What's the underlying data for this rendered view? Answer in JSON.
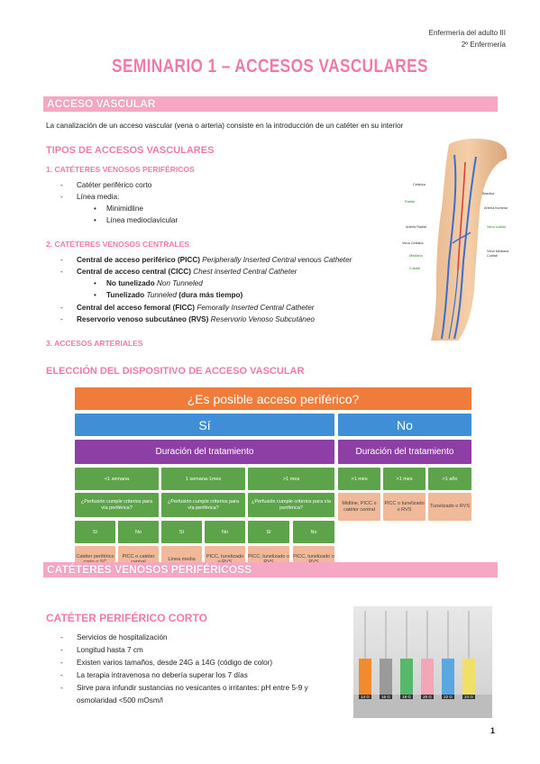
{
  "header": {
    "line1": "Enfermería del adulto III",
    "line2": "2º Enfermería"
  },
  "title": "SEMINARIO 1 – ACCESOS VASCULARES",
  "section1": {
    "band": "ACCESO VASCULAR",
    "intro": "La canalización de un acceso vascular (vena o arteria) consiste en la introducción de un catéter en su interior",
    "subheading": "TIPOS DE ACCESOS VASCULARES",
    "list1_title": "1.   CATÉTERES VENOSOS PERIFÉRICOS",
    "list1": [
      "Catéter periférico corto",
      "Línea media:"
    ],
    "list1_sub": [
      "Minimidline",
      "Línea medioclavicular"
    ],
    "list2_title": "2.   CATÉTERES VENOSOS CENTRALES",
    "list2": [
      {
        "bold": "Central de acceso periférico (PICC)",
        "italic": "Peripherally Inserted Central venous Catheter"
      },
      {
        "bold": "Central de acceso central (CICC)",
        "italic": "Chest inserted Central Catheter"
      }
    ],
    "list2_sub": [
      {
        "bold": "No tunelizado",
        "italic": "Non Tunneled",
        "plain": ""
      },
      {
        "bold": "Tunelizado",
        "italic": "Tunneled",
        "plain": "(dura más tiempo)"
      }
    ],
    "list2b": [
      {
        "bold": "Central del acceso femoral (FICC)",
        "italic": "Femorally Inserted Central Catheter"
      },
      {
        "bold": "Reservorio venoso subcutáneo (RVS)",
        "italic": "Reservorio Venoso Subcutáneo"
      }
    ],
    "list3_title": "3.   ACCESOS ARTERIALES",
    "subheading2": "ELECCIÓN DEL DISPOSITIVO DE ACCESO VASCULAR"
  },
  "arm_labels": [
    "Cefálica",
    "Basílica",
    "Radial",
    "Arteria humeral",
    "Vena cubital",
    "Arteria Radial",
    "Vena Cefálica",
    "Mediana",
    "Cubital",
    "Vena Mediana Cubital"
  ],
  "diagram": {
    "question": "¿Es posible acceso periférico?",
    "yes": "Sí",
    "no": "No",
    "duration_left": "Duración del tratamiento",
    "duration_right": "Duración del tratamiento",
    "times_left": [
      "<1 semana",
      "1 semana-1mes",
      ">1 mes"
    ],
    "times_right": [
      ">1 mes",
      ">1 mes",
      ">1 año"
    ],
    "perfusion": [
      "¿Perfusión cumple criterios para vía periférica?",
      "¿Perfusión cumple criterios para vía periférica?",
      "¿Perfusión cumple criterios para vía periférica?"
    ],
    "right_results": [
      "Midline, PICC o catéter central",
      "PICC o tunelizado o RVS",
      "Tunelizado o RVS"
    ],
    "yesno": [
      "Sí",
      "No",
      "Sí",
      "No",
      "Sí",
      "No"
    ],
    "results": [
      "Catéter periférico corto o SC",
      "PICC o catéter central",
      "Línea media",
      "PICC, tunelizado o RVS",
      "PICC, tunelizado o RVS",
      "PICC, tunelizado o RVS"
    ]
  },
  "section2": {
    "band": "CATÉTERES VENOSOS PERIFÉRICOSS",
    "subheading": "CATÉTER PERIFÉRICO CORTO",
    "items": [
      "Servicios de hospitalización",
      "Longitud hasta 7 cm",
      "Existen varios tamaños, desde 24G a 14G (código de color)",
      "La terapia intravenosa no debería superar los 7 días",
      "Sirve para infundir sustancias no vesicantes o irritantes: pH entre 5-9 y",
      "osmolaridad <500 mOsm/l"
    ],
    "gauges": [
      "14 G",
      "16 G",
      "18 G",
      "20 G",
      "22 G",
      "24 G"
    ]
  },
  "colors": {
    "pink": "#f07aa8",
    "band": "#f6a7c4",
    "orange": "#f07c3c",
    "blue": "#3f8ed6",
    "purple": "#8e3fa6",
    "green": "#5da34a",
    "salmon": "#f0b99a"
  },
  "page_number": "1"
}
